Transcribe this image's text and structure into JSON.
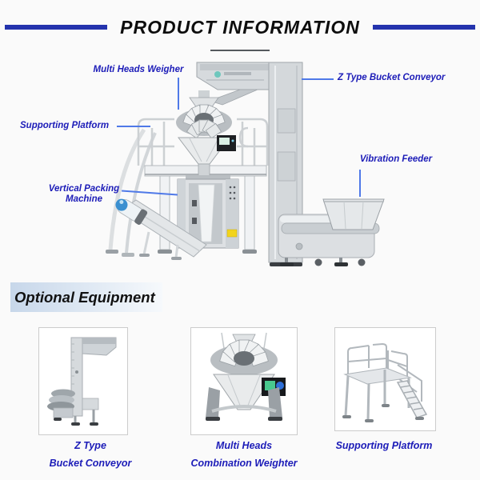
{
  "header": {
    "title": "PRODUCT INFORMATION"
  },
  "diagram": {
    "labels": {
      "multi_heads_weigher": "Multi Heads Weigher",
      "z_type_bucket_conveyor": "Z Type Bucket Conveyor",
      "supporting_platform": "Supporting Platform",
      "vertical_packing_machine": "Vertical Packing\nMachine",
      "vibration_feeder": "Vibration Feeder"
    }
  },
  "optional_equipment": {
    "title": "Optional Equipment",
    "items": [
      {
        "caption_line1": "Z Type",
        "caption_line2": "Bucket Conveyor"
      },
      {
        "caption_line1": "Multi Heads",
        "caption_line2": "Combination Weighter"
      },
      {
        "caption_line1": "Supporting Platform",
        "caption_line2": ""
      }
    ]
  },
  "colors": {
    "label_text_blue": "#1c1cb8",
    "pointer_line_blue": "#4f79e8",
    "title_bar_blue": "#2433ad",
    "optional_header_gradient_start": "#c7d7ea",
    "optional_header_gradient_end": "#f6f9fc",
    "machine_gray": "#d8dbde",
    "machine_stroke": "#a0a6ab"
  }
}
